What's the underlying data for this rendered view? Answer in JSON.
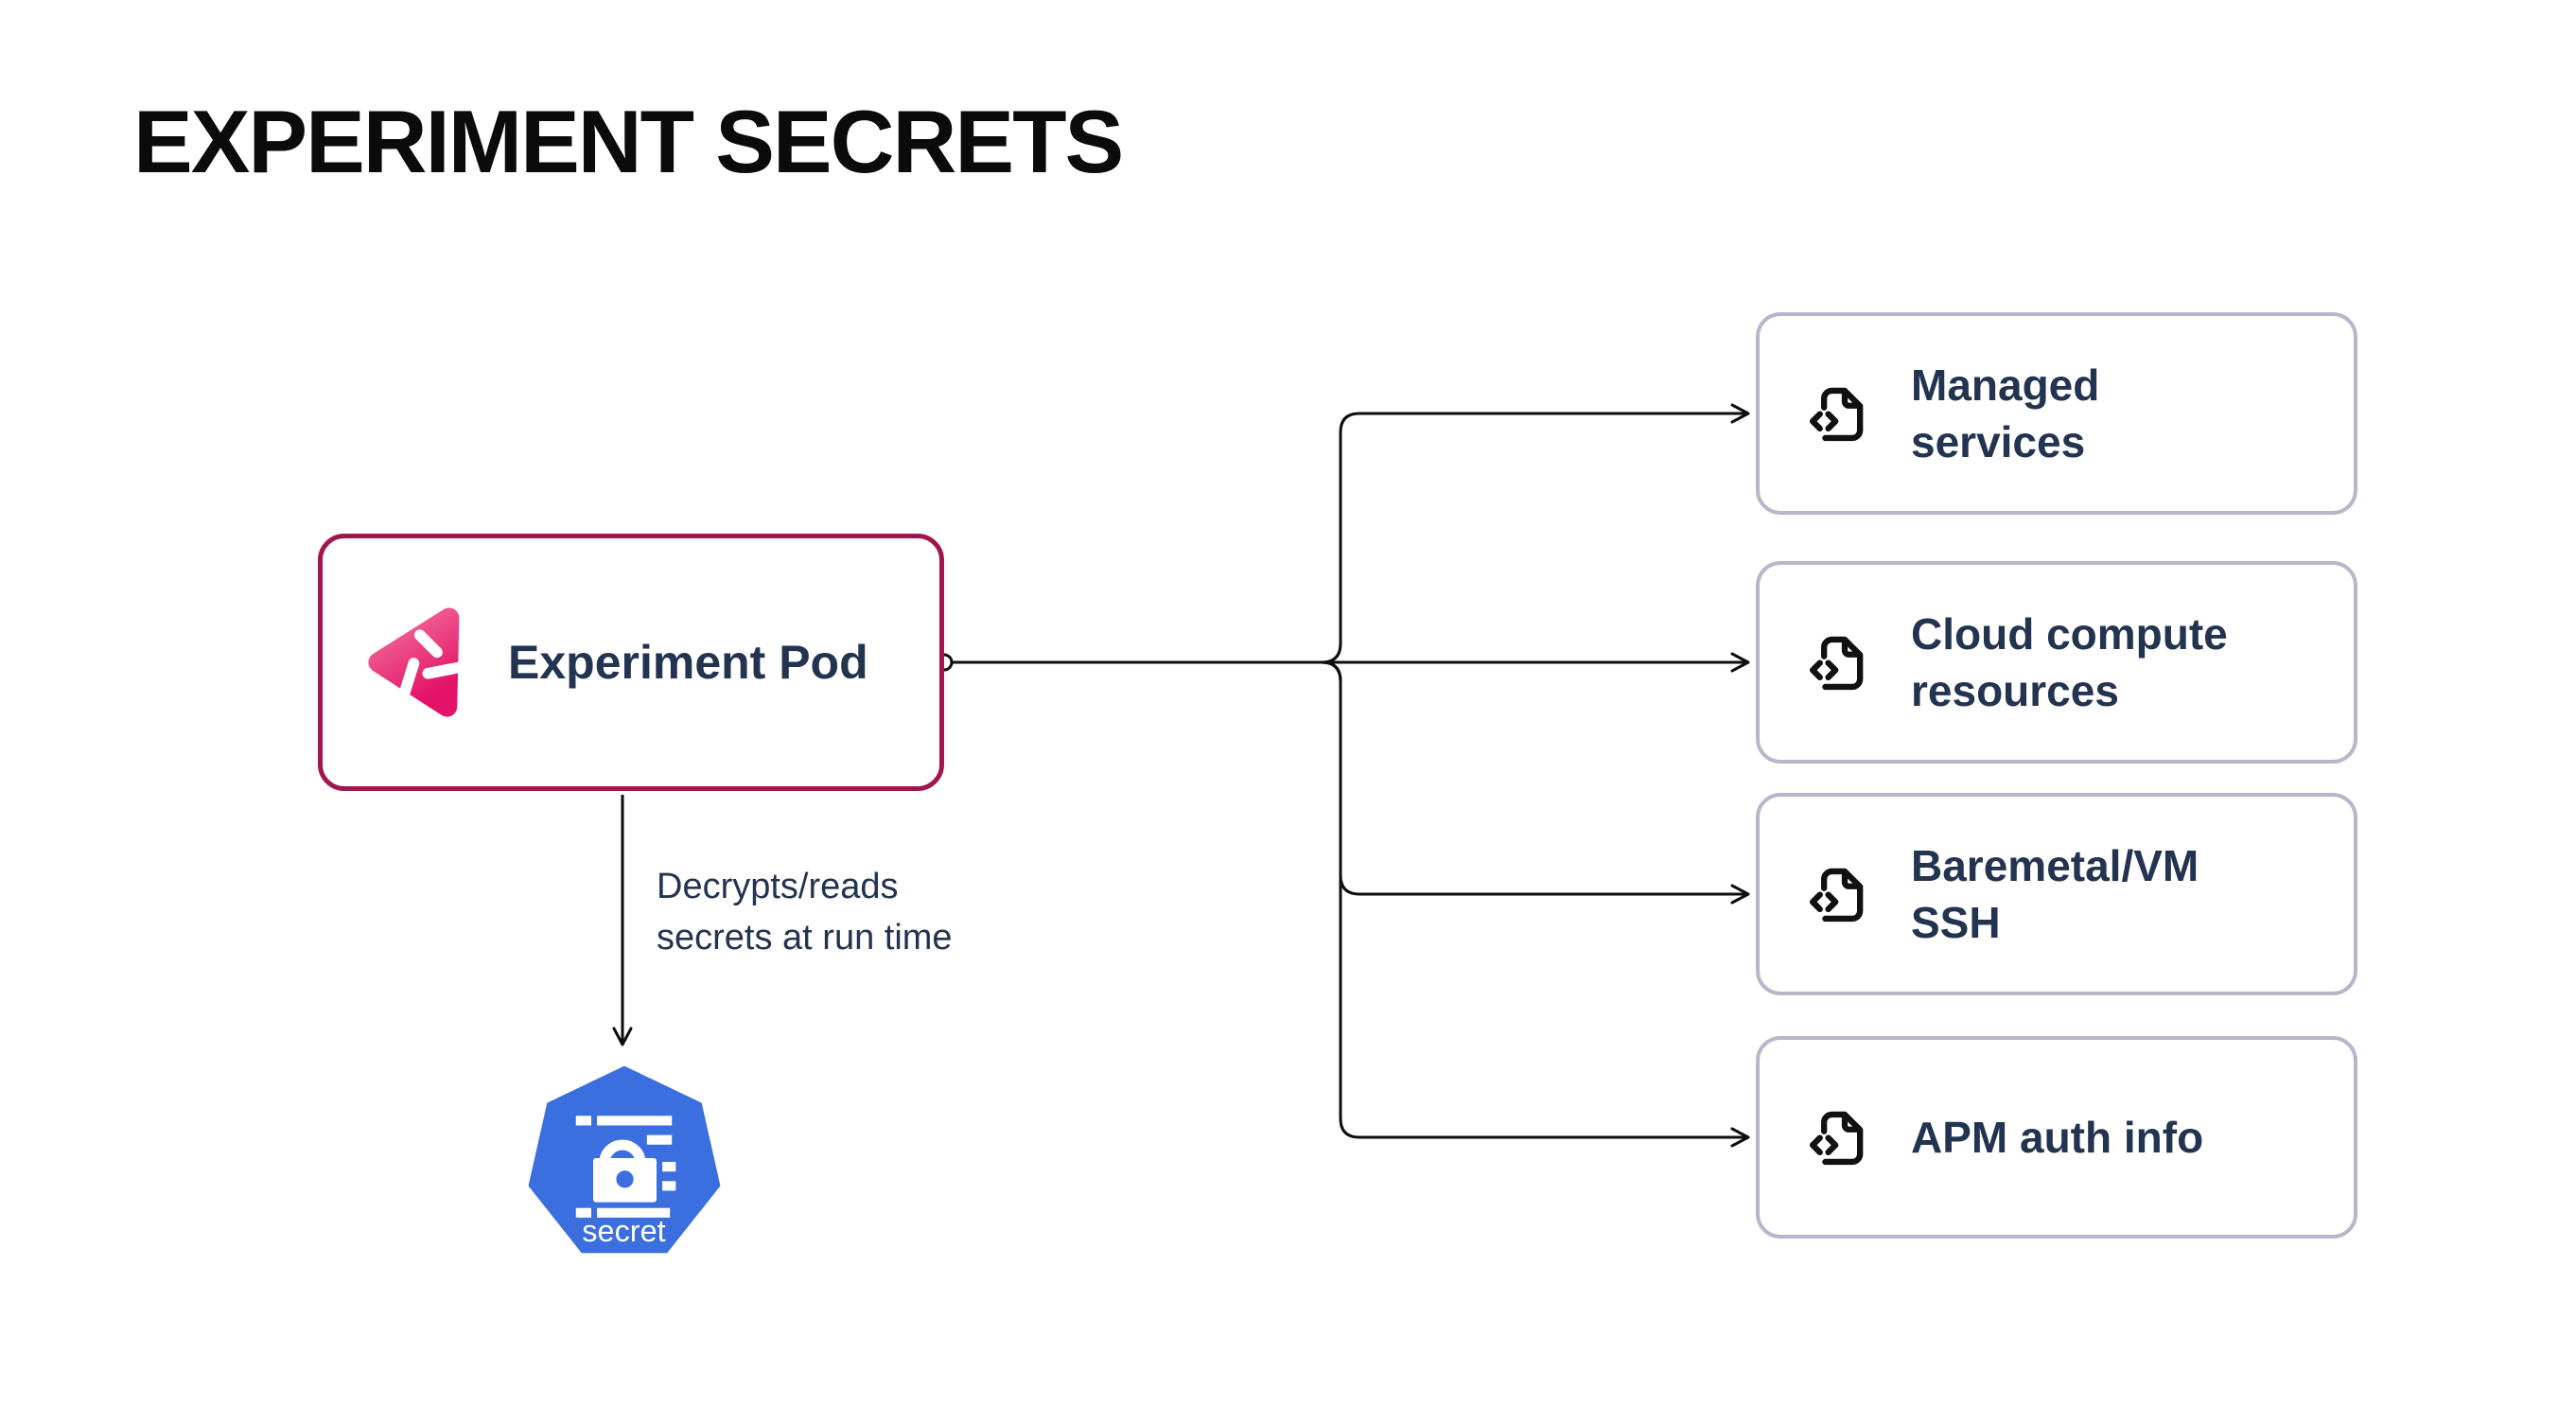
{
  "title": "EXPERIMENT SECRETS",
  "colors": {
    "pod-border": "#a2164e",
    "navy": "#233450",
    "line": "#0e0e0e",
    "k8s-blue": "#3b6fe0",
    "box-border": "#b6b7ca",
    "pink-from": "#f4719c",
    "pink-to": "#e31368"
  },
  "pod": {
    "label": "Experiment Pod",
    "logo_icon": "litmus-chaos-logo"
  },
  "edge_to_secret": {
    "annotation_lines": [
      "Decrypts/reads",
      "secrets at run time"
    ]
  },
  "secret_node": {
    "label": "secret",
    "icon": "kubernetes-secret-lock-icon"
  },
  "targets": [
    {
      "icon": "file-code-icon",
      "lines": [
        "Managed",
        "services"
      ]
    },
    {
      "icon": "file-code-icon",
      "lines": [
        "Cloud compute",
        "resources"
      ]
    },
    {
      "icon": "file-code-icon",
      "lines": [
        "Baremetal/VM",
        "SSH"
      ]
    },
    {
      "icon": "file-code-icon",
      "lines": [
        "APM auth info"
      ]
    }
  ]
}
